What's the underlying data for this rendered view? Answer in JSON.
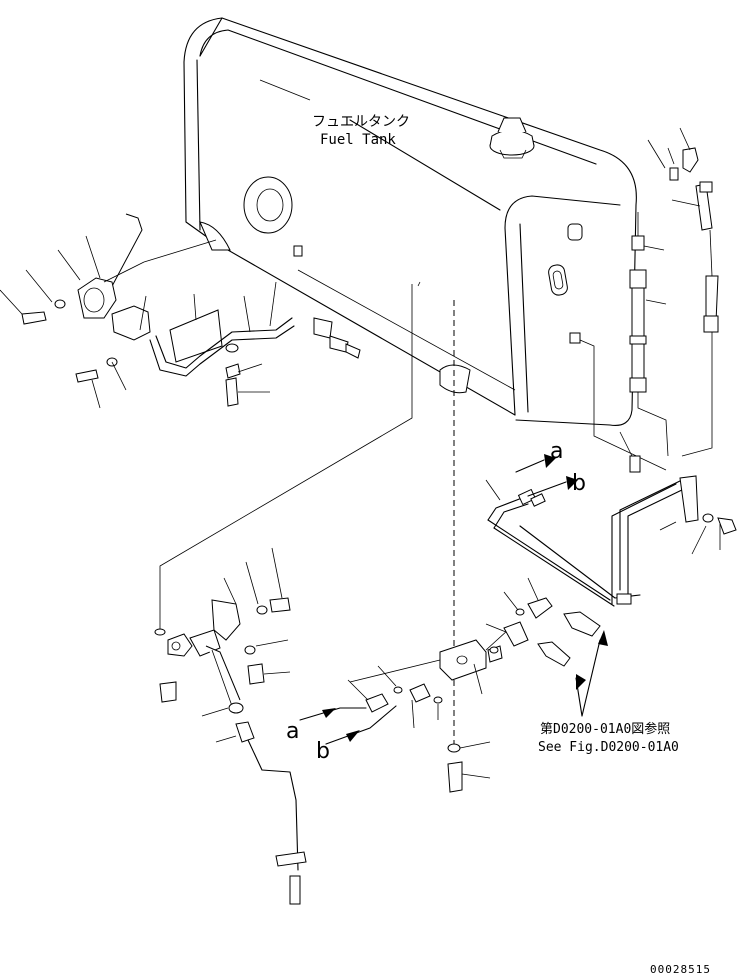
{
  "tank_label_jp": "フュエルタンク",
  "tank_label_en": "Fuel Tank",
  "pointer_a": "a",
  "pointer_b": "b",
  "reference_jp": "第D0200-01A0図参照",
  "reference_en": "See Fig.D0200-01A0",
  "document_number": "00028515",
  "colors": {
    "line": "#000000",
    "background": "#ffffff"
  }
}
